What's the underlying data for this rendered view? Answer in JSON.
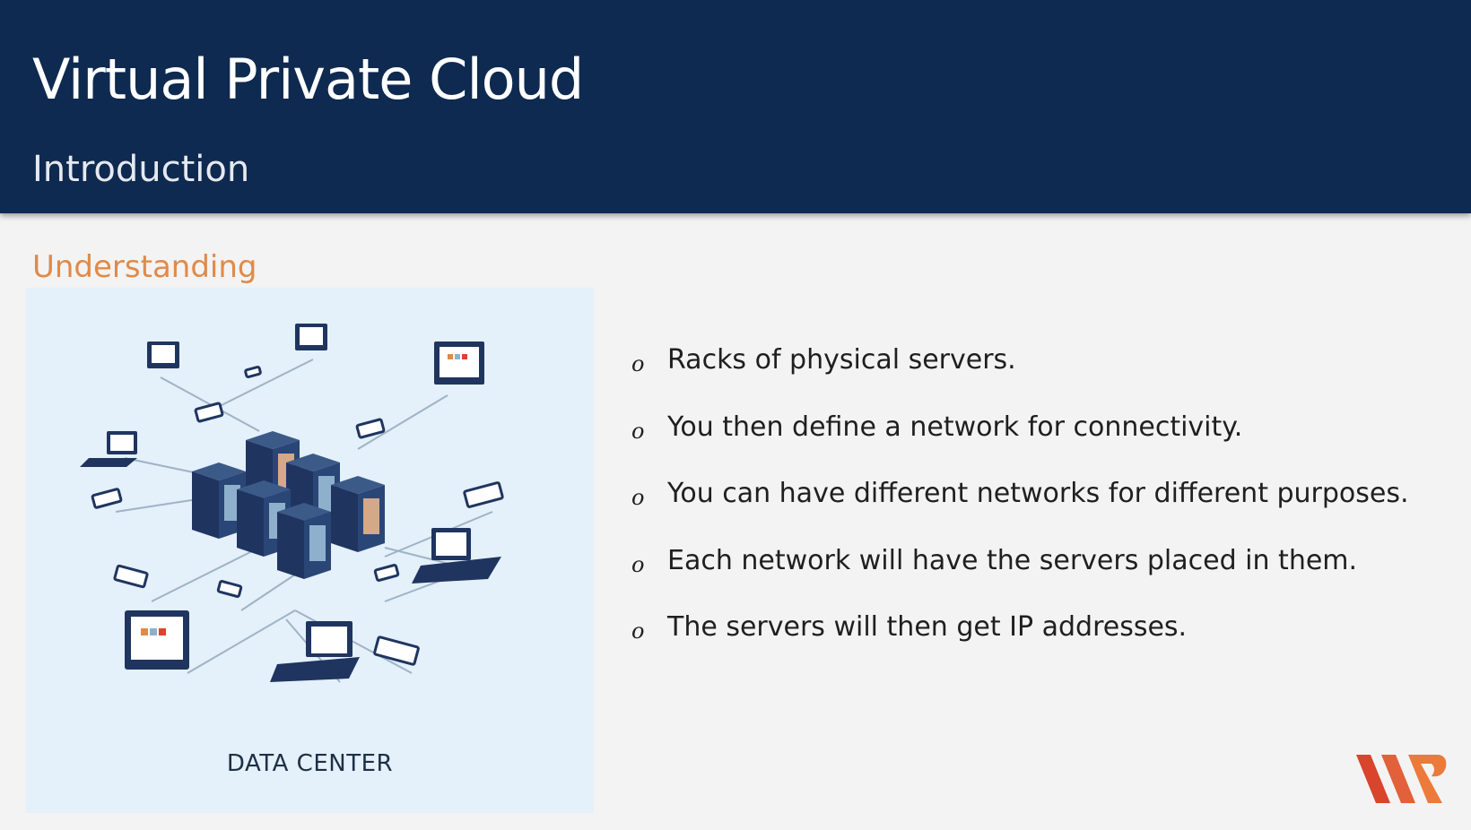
{
  "slide": {
    "title": "Virtual Private Cloud",
    "subtitle": "Introduction",
    "section_label": "Understanding"
  },
  "illustration": {
    "caption": "DATA CENTER"
  },
  "bullets": [
    {
      "marker": "o",
      "text": "Racks of physical servers."
    },
    {
      "marker": "o",
      "text": "You then define a network for connectivity."
    },
    {
      "marker": "o",
      "text": "You can have different networks for different purposes."
    },
    {
      "marker": "o",
      "text": "Each network will have the servers placed in them."
    },
    {
      "marker": "o",
      "text": "The servers will then get IP addresses."
    }
  ],
  "colors": {
    "header_bg": "#0f2a50",
    "section_accent": "#e08a48",
    "illustration_bg": "#e4f0fa",
    "logo_red": "#d8452c",
    "logo_orange": "#ec7a3a"
  },
  "icons": {
    "logo": "brand-logo",
    "illustration": "data-center-network-illustration"
  }
}
